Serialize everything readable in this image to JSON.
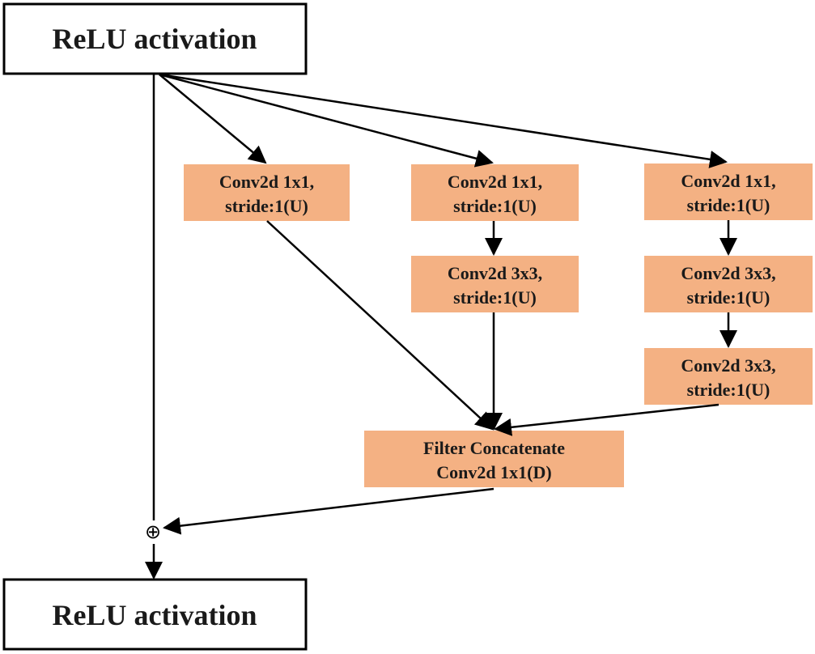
{
  "nodes": {
    "input": {
      "label": "ReLU activation"
    },
    "output": {
      "label": "ReLU activation"
    },
    "branch1_conv1": {
      "line1": "Conv2d 1x1,",
      "line2": "stride:1(U)"
    },
    "branch2_conv1": {
      "line1": "Conv2d 1x1,",
      "line2": "stride:1(U)"
    },
    "branch2_conv2": {
      "line1": "Conv2d 3x3,",
      "line2": "stride:1(U)"
    },
    "branch3_conv1": {
      "line1": "Conv2d 1x1,",
      "line2": "stride:1(U)"
    },
    "branch3_conv2": {
      "line1": "Conv2d 3x3,",
      "line2": "stride:1(U)"
    },
    "branch3_conv3": {
      "line1": "Conv2d 3x3,",
      "line2": "stride:1(U)"
    },
    "concat": {
      "line1": "Filter Concatenate",
      "line2": "Conv2d 1x1(D)"
    },
    "sum": {
      "symbol": "⊕"
    }
  },
  "colors": {
    "conv_fill": "#f4b183",
    "stroke": "#000000"
  }
}
